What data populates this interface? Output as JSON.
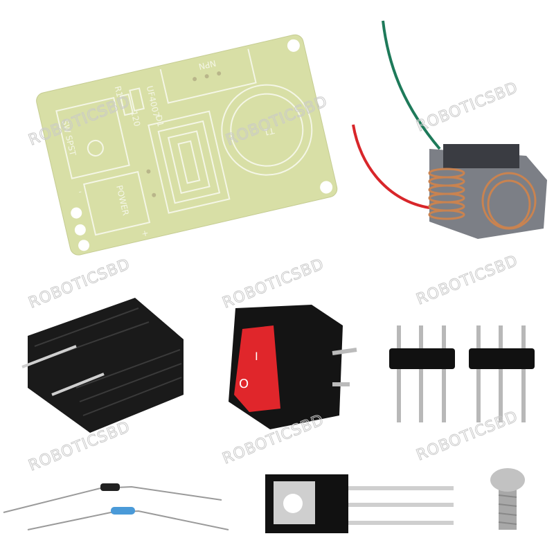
{
  "watermark": "ROBOTICSBD",
  "pcb": {
    "labels": {
      "npn": "NPN",
      "r1": "R1",
      "diode_part": "UF4007",
      "resistor_value": "120",
      "d1": "D1",
      "t1": "T1",
      "switch": "SW SPST",
      "power": "POWER",
      "plus": "+",
      "minus": "-"
    }
  },
  "switch": {
    "on_mark": "I",
    "off_mark": "O"
  },
  "colors": {
    "pcb": "#d9e0a8",
    "silkscreen": "#f4f6e6",
    "switch_rocker": "#e0262b",
    "copper": "#c98350",
    "wire_red": "#d8262a",
    "wire_green": "#1e7a5a"
  }
}
